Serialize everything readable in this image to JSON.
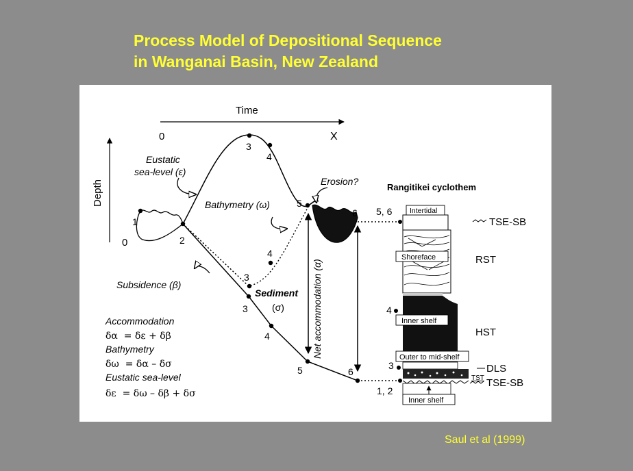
{
  "slide": {
    "title_line1": "Process Model of Depositional Sequence",
    "title_line2": "in Wanganai Basin, New Zealand",
    "citation": "Saul et al (1999)"
  },
  "axes": {
    "time_label": "Time",
    "depth_label": "Depth",
    "time_start": "0",
    "time_end": "X",
    "depth_zero": "0"
  },
  "curves": {
    "eustatic_line1": "Eustatic",
    "eustatic_line2": "sea-level (ε)",
    "bathymetry": "Bathymetry (ω)",
    "subsidence": "Subsidence (β)",
    "sediment_line1": "Sediment",
    "sediment_line2": "(σ)",
    "net_accommodation": "Net accommodation (α)",
    "erosion": "Erosion?"
  },
  "points": {
    "p1": "1",
    "p2": "2",
    "eu3": "3",
    "eu4": "4",
    "eu5": "5",
    "eu6": "6",
    "ba3": "3",
    "ba4": "4",
    "su3": "3",
    "su4": "4",
    "su5": "5",
    "su6": "6"
  },
  "equations": {
    "h1": "Accommodation",
    "e1": "δα  = δε + δβ",
    "h2": "Bathymetry",
    "e2": "δω  = δα – δσ",
    "h3": "Eustatic sea-level",
    "e3": "δε  = δω – δβ + δσ"
  },
  "cyclothem": {
    "title": "Rangitikei cyclothem",
    "label_56": "5, 6",
    "label_4": "4",
    "label_3": "3",
    "label_12": "1, 2",
    "intertidal": "Intertidal",
    "shoreface": "Shoreface",
    "inner_shelf_upper": "Inner shelf",
    "outer_mid_shelf": "Outer to mid-shelf",
    "inner_shelf_lower": "Inner shelf",
    "tse_sb_top": "TSE-SB",
    "rst": "RST",
    "hst": "HST",
    "dls": "DLS",
    "tst": "TST",
    "tse_sb_bottom": "TSE-SB"
  }
}
